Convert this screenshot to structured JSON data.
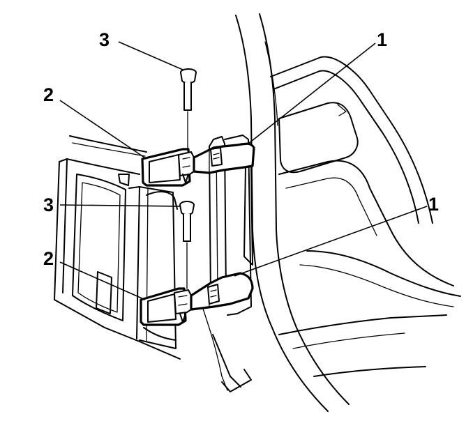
{
  "callouts": [
    {
      "id": "hinge-door-side-upper",
      "label": "1"
    },
    {
      "id": "hinge-door-side-lower",
      "label": "1"
    },
    {
      "id": "hinge-body-side-upper",
      "label": "2"
    },
    {
      "id": "hinge-body-side-lower",
      "label": "2"
    },
    {
      "id": "hinge-pin-upper",
      "label": "3"
    },
    {
      "id": "hinge-pin-lower",
      "label": "3"
    }
  ]
}
